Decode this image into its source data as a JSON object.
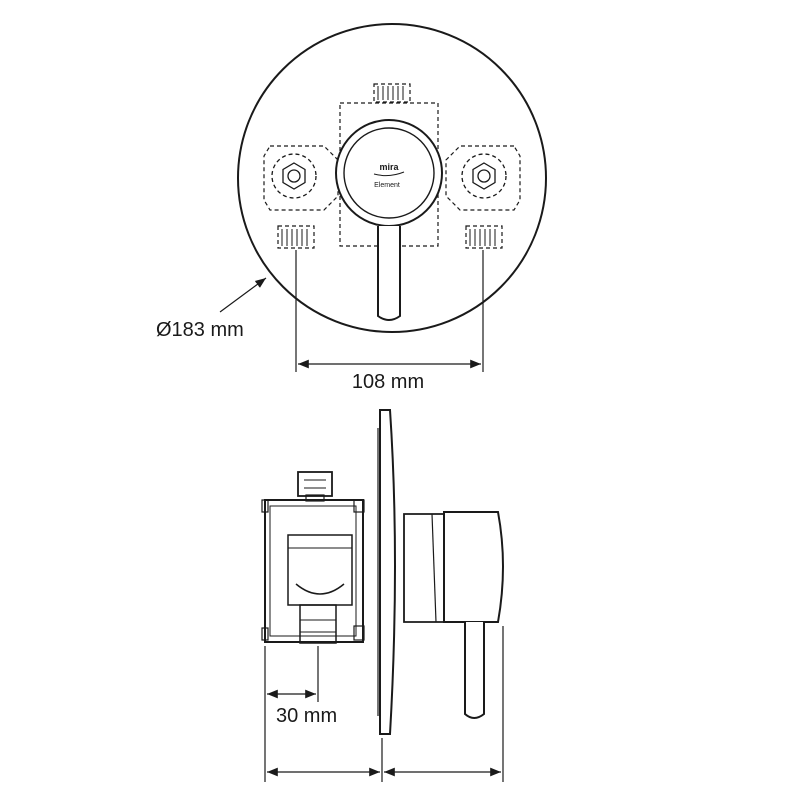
{
  "drawing": {
    "brand_logo": "mira",
    "model_label": "Element",
    "diameter_label": "Ø183 mm",
    "width_label": "108 mm",
    "depth_label": "30 mm"
  }
}
